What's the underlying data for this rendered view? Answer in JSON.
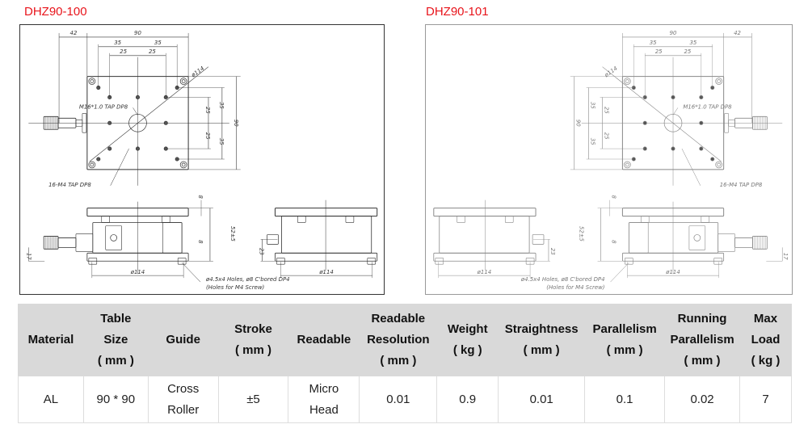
{
  "models": [
    {
      "title": "DHZ90-100",
      "mirror": false
    },
    {
      "title": "DHZ90-101",
      "mirror": true
    }
  ],
  "drawing_labels": {
    "dim_42": "42",
    "dim_90": "90",
    "dim_35": "35",
    "dim_25": "25",
    "dim_8": "8",
    "dim_52": "52±5",
    "dim_23": "23",
    "dim_17": "17",
    "dia_114": "ø114",
    "center_tap": "M16*1.0 TAP DP8",
    "m4_tap": "16-M4 TAP DP8",
    "holes_note": "ø4.5x4 Holes, ø8 C'bored DP4",
    "holes_note2": "(Holes for M4 Screw)"
  },
  "table": {
    "headers": [
      [
        "Material"
      ],
      [
        "Table",
        "Size",
        "( mm )"
      ],
      [
        "Guide"
      ],
      [
        "Stroke",
        "( mm )"
      ],
      [
        "Readable"
      ],
      [
        "Readable",
        "Resolution",
        "( mm )"
      ],
      [
        "Weight",
        "( kg )"
      ],
      [
        "Straightness",
        "( mm )"
      ],
      [
        "Parallelism",
        "( mm )"
      ],
      [
        "Running",
        "Parallelism",
        "( mm )"
      ],
      [
        "Max",
        "Load",
        "( kg )"
      ]
    ],
    "row": [
      [
        "AL"
      ],
      [
        "90 * 90"
      ],
      [
        "Cross",
        "Roller"
      ],
      [
        "±5"
      ],
      [
        "Micro",
        "Head"
      ],
      [
        "0.01"
      ],
      [
        "0.9"
      ],
      [
        "0.01"
      ],
      [
        "0.1"
      ],
      [
        "0.02"
      ],
      [
        "7"
      ]
    ]
  }
}
